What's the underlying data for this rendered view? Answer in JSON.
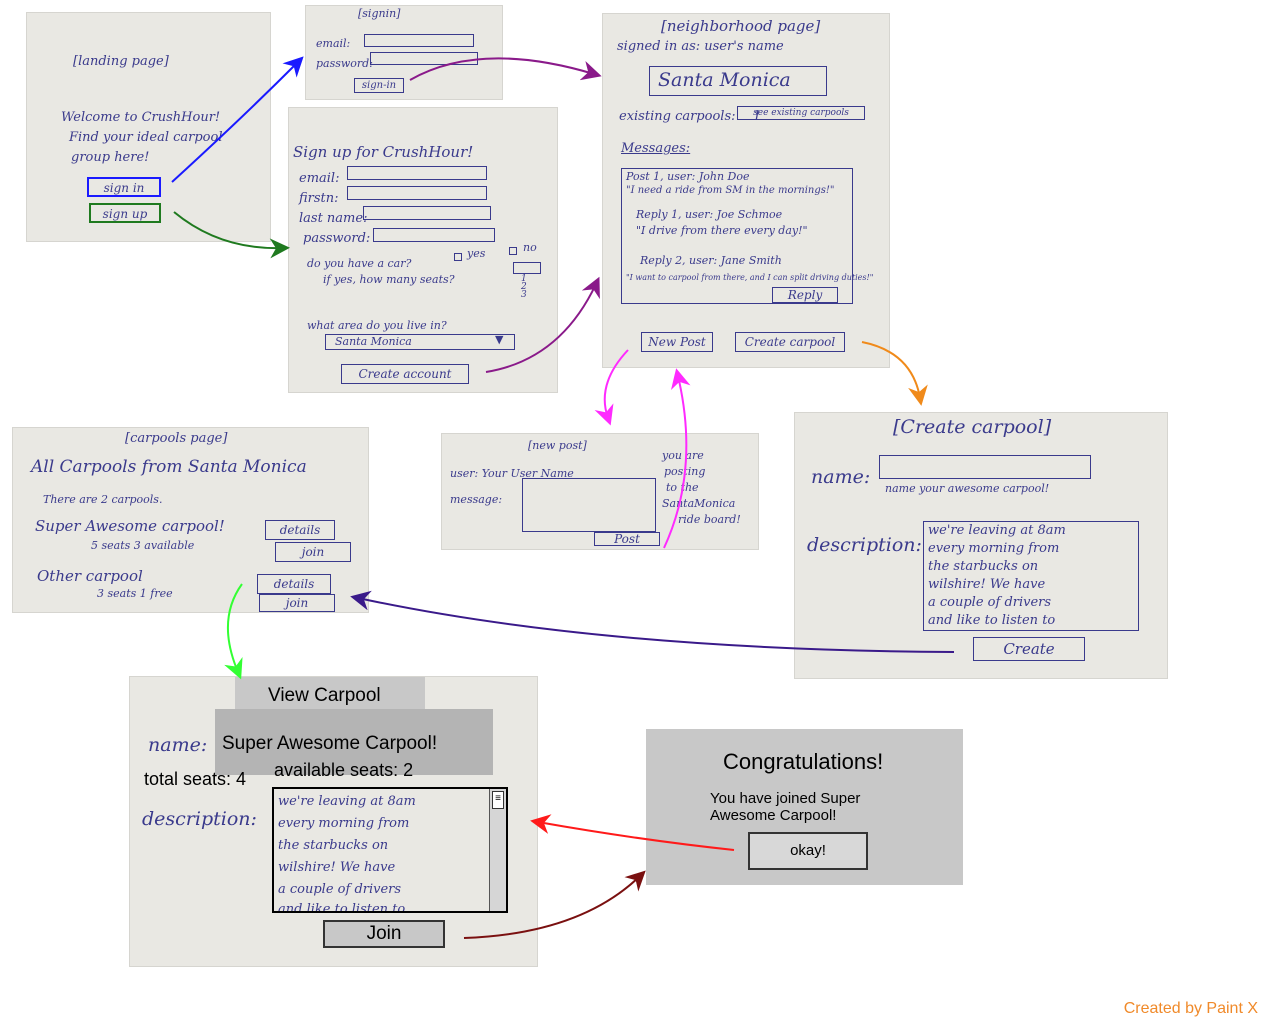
{
  "landing": {
    "header": "[landing page]",
    "welcome": [
      "Welcome to CrushHour!",
      "Find your ideal carpool",
      "group here!"
    ],
    "sign_in": "sign in",
    "sign_up": "sign up"
  },
  "signin": {
    "header": "[signin]",
    "email": "email:",
    "password": "password:",
    "button": "sign-in"
  },
  "signup": {
    "title": "Sign up for CrushHour!",
    "email": "email:",
    "firstn": "firstn:",
    "lastname": "last name:",
    "password": "password:",
    "car_q": "do you have a car?",
    "yes": "yes",
    "no": "no",
    "seats_q": "if yes, how many seats?",
    "seat_options": [
      "1",
      "2",
      "3"
    ],
    "area_q": "what area do you live in?",
    "area_value": "Santa Monica",
    "button": "Create account"
  },
  "neighborhood": {
    "header": "[neighborhood page]",
    "signed_in": "signed in as: user's name",
    "city": "Santa Monica",
    "existing_label": "existing carpools:",
    "existing_count": "1",
    "see_button": "see existing carpools",
    "messages_label": "Messages:",
    "post1_head": "Post 1, user: John Doe",
    "post1_body": "\"I need a ride from SM in the mornings!\"",
    "reply1_head": "Reply 1, user: Joe Schmoe",
    "reply1_body": "\"I drive from there every day!\"",
    "reply2_head": "Reply 2, user: Jane Smith",
    "reply2_body": "\"I want to carpool from there, and I can split driving duties!\"",
    "reply_button": "Reply",
    "new_post_button": "New Post",
    "create_carpool_button": "Create carpool"
  },
  "carpools": {
    "header": "[carpools page]",
    "title": "All Carpools from Santa Monica",
    "count_line": "There are 2 carpools.",
    "item1_name": "Super Awesome carpool!",
    "item1_meta": "5 seats  3 available",
    "item2_name": "Other carpool",
    "item2_meta": "3 seats  1 free",
    "details": "details",
    "join": "join"
  },
  "newpost": {
    "header": "[new post]",
    "user": "user: Your User Name",
    "message": "message:",
    "button": "Post",
    "note": [
      "you are",
      "posting",
      "to the",
      "SantaMonica",
      "ride board!"
    ]
  },
  "create": {
    "header": "[Create carpool]",
    "name": "name:",
    "name_hint": "name your awesome carpool!",
    "description": "description:",
    "desc_text": [
      "we're leaving at 8am",
      "every morning from",
      "the starbucks on",
      "wilshire! We have",
      "a couple of drivers",
      "and like to listen to"
    ],
    "button": "Create"
  },
  "view": {
    "title": "View Carpool",
    "name_label": "name:",
    "name_value": "Super Awesome Carpool!",
    "total_seats": "total seats: 4",
    "available_seats": "available seats:  2",
    "description": "description:",
    "desc_text": [
      "we're leaving at 8am",
      "every morning from",
      "the starbucks on",
      "wilshire! We have",
      "a couple of drivers",
      "and like to listen to"
    ],
    "button": "Join"
  },
  "congrats": {
    "title": "Congratulations!",
    "message_line1": "You have joined Super",
    "message_line2": "Awesome Carpool!",
    "button": "okay!"
  },
  "credit": "Created by Paint X",
  "colors": {
    "blue": "#1a1aff",
    "green": "#1f7a1f",
    "purple": "#8a1a8a",
    "orange": "#f08a1a",
    "magenta": "#ff2aff",
    "indigo": "#3a1a8a",
    "lime": "#33ff33",
    "red": "#ff1a1a",
    "darkred": "#7a1010"
  }
}
